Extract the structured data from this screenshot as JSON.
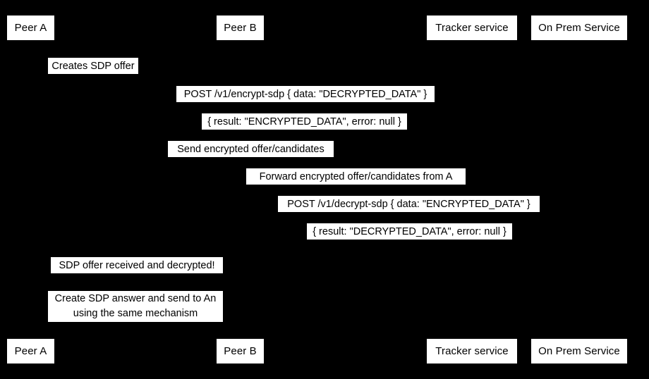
{
  "diagram": {
    "kind": "sequence-diagram",
    "background_color": "#000000",
    "label_background_color": "#ffffff",
    "label_text_color": "#000000",
    "participants": [
      {
        "id": "peer-a",
        "label": "Peer A"
      },
      {
        "id": "peer-b",
        "label": "Peer B"
      },
      {
        "id": "tracker-service",
        "label": "Tracker service"
      },
      {
        "id": "on-prem-service",
        "label": "On Prem Service"
      }
    ],
    "messages": [
      {
        "id": "creates-sdp-offer",
        "text": "Creates SDP offer",
        "from": "peer-a",
        "to": "peer-a"
      },
      {
        "id": "post-encrypt-sdp",
        "text": "POST /v1/encrypt-sdp { data: \"DECRYPTED_DATA\" }",
        "from": "peer-a",
        "to": "on-prem-service"
      },
      {
        "id": "encrypt-sdp-result",
        "text": "{ result: \"ENCRYPTED_DATA\", error: null }",
        "from": "on-prem-service",
        "to": "peer-a"
      },
      {
        "id": "send-encrypted-offer",
        "text": "Send encrypted offer/candidates",
        "from": "peer-a",
        "to": "tracker-service"
      },
      {
        "id": "forward-encrypted-offer",
        "text": "Forward encrypted offer/candidates from A",
        "from": "tracker-service",
        "to": "peer-b"
      },
      {
        "id": "post-decrypt-sdp",
        "text": "POST /v1/decrypt-sdp { data: \"ENCRYPTED_DATA\" }",
        "from": "peer-b",
        "to": "on-prem-service"
      },
      {
        "id": "decrypt-sdp-result",
        "text": "{ result: \"DECRYPTED_DATA\", error: null }",
        "from": "on-prem-service",
        "to": "peer-b"
      },
      {
        "id": "sdp-offer-received",
        "text": "SDP offer received and decrypted!",
        "from": "peer-b",
        "to": "peer-b"
      }
    ],
    "notes": [
      {
        "id": "create-sdp-answer-note",
        "line1": "Create SDP answer and send to An",
        "line2": "using the same mechanism"
      }
    ]
  }
}
